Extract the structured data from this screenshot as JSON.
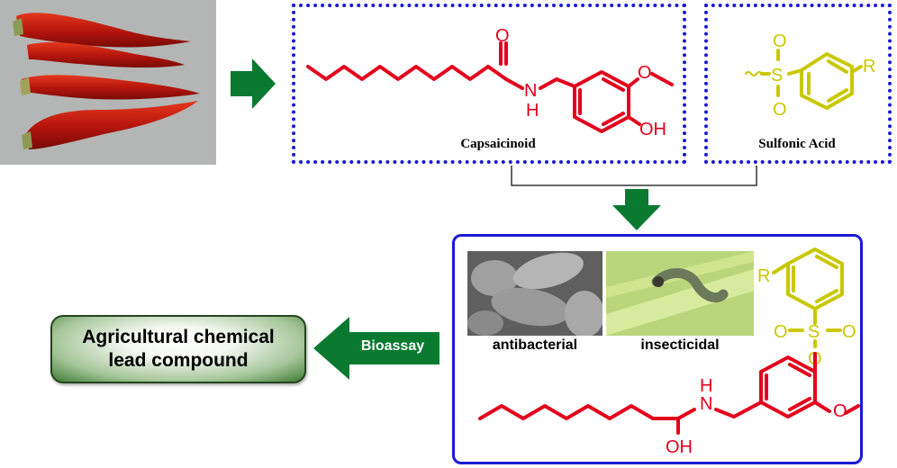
{
  "labels": {
    "capsaicinoid": "Capsaicinoid",
    "sulfonic_acid": "Sulfonic Acid",
    "antibacterial": "antibacterial",
    "insecticidal": "insecticidal",
    "bioassay": "Bioassay",
    "lead_line1": "Agricultural chemical",
    "lead_line2": "lead compound"
  },
  "atoms": {
    "oxygen": "O",
    "nh": "N",
    "h": "H",
    "oh": "OH",
    "sulfur": "S",
    "r": "R"
  },
  "colors": {
    "dotted_border": "#1a1ad6",
    "solid_border": "#1a1ad6",
    "arrow_green": "#0a7a30",
    "capsaicin_red": "#e3001b",
    "sulfonyl_yellow": "#c8c800"
  }
}
